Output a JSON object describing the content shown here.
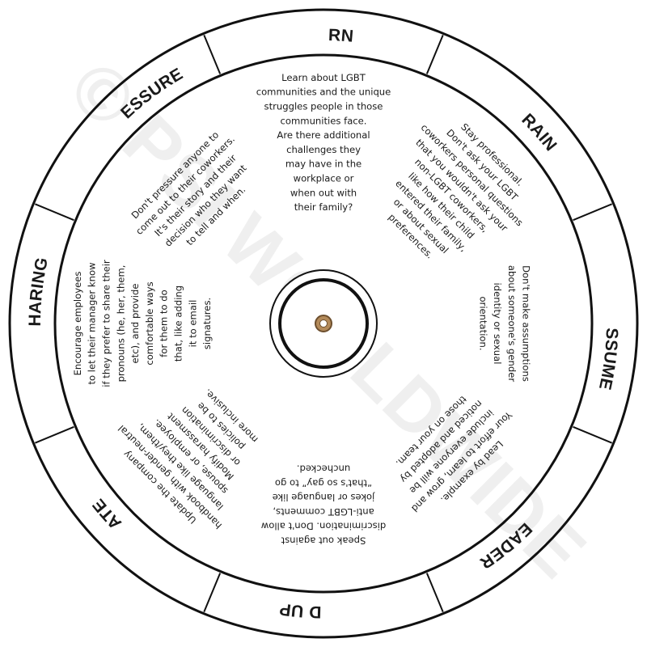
{
  "watermark": "© PSI WORLDWIDE",
  "segments": [
    {
      "label": "LEARN",
      "text": [
        "Learn about LGBT",
        "communities and the unique",
        "struggles people in those",
        "communities face.",
        "Are there additional",
        "challenges they",
        "may have in the",
        "workplace or",
        "when out with",
        "their family?"
      ]
    },
    {
      "label": "REFRAIN",
      "text": [
        "Stay professional.",
        "Don't ask your LGBT",
        "coworkers personal questions",
        "that you wouldn't ask your",
        "non-LGBT coworkers,",
        "like how their child",
        "entered their family,",
        "or about sexual",
        "preferences."
      ]
    },
    {
      "label": "DON'T ASSUME",
      "text": [
        "Don't make assumptions",
        "about someone's gender",
        "identity or sexual",
        "orientation."
      ]
    },
    {
      "label": "BE A LEADER",
      "text": [
        "Lead by example.",
        "Your effort to learn, grow and",
        "include everyone will be",
        "noticed and adopted by",
        "those on your team."
      ]
    },
    {
      "label": "STAND UP",
      "text": [
        "Speak out against",
        "discrimination. Don't allow",
        "anti-LGBT comments,",
        "jokes or language like",
        "“that's so gay” to go",
        "unchecked."
      ]
    },
    {
      "label": "UPDATE",
      "text": [
        "Update the company",
        "handbook with gender-neutral",
        "language like they/them,",
        "spouse, or employee.",
        "Modify harassment",
        "or discrimination",
        "policies to be",
        "more inclusive."
      ]
    },
    {
      "label": "SAFE SHARING",
      "text": [
        "Encourage employees",
        "to let their manager know",
        "if they prefer to share their",
        "pronouns (he, her, them,",
        "etc), and provide",
        "comfortable ways",
        "for them to do",
        "that, like adding",
        "it to email",
        "signatures."
      ]
    },
    {
      "label": "DON'T PRESSURE",
      "text": [
        "Don't pressure anyone to",
        "come out to their coworkers.",
        "It's their story and their",
        "decision who they want",
        "to tell and when."
      ]
    }
  ]
}
